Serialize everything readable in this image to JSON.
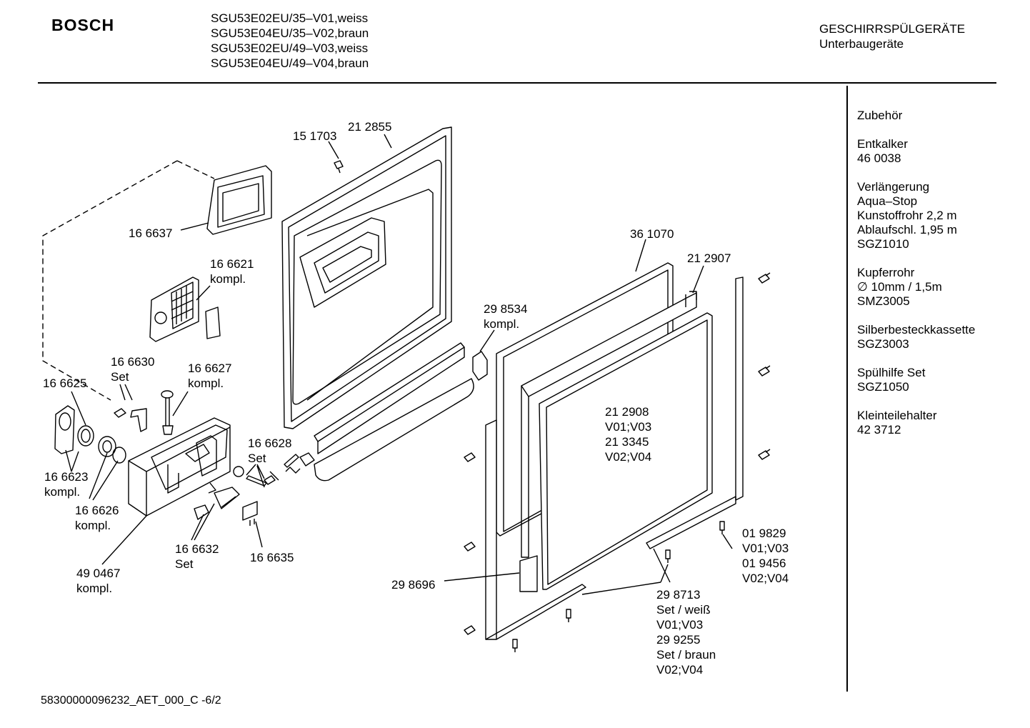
{
  "header": {
    "brand": "BOSCH",
    "models": "SGU53E02EU/35–V01,weiss\nSGU53E04EU/35–V02,braun\nSGU53E02EU/49–V03,weiss\nSGU53E04EU/49–V04,braun",
    "category_line1": "GESCHIRRSPÜLGERÄTE",
    "category_line2": "Unterbaugeräte"
  },
  "sidebar": {
    "title": "Zubehör",
    "items": [
      "Entkalker\n46 0038",
      "Verlängerung\nAqua–Stop\nKunstoffrohr 2,2 m\nAblaufschl. 1,95 m\nSGZ1010",
      "Kupferrohr\n∅ 10mm / 1,5m\nSMZ3005",
      "Silberbesteckkassette\nSGZ3003",
      "Spülhilfe Set\nSGZ1050",
      "Kleinteilehalter\n42 3712"
    ]
  },
  "labels": {
    "p151703": "15 1703",
    "p212855": "21 2855",
    "p166637": "16 6637",
    "p166621": "16 6621\nkompl.",
    "p361070": "36 1070",
    "p212907": "21 2907",
    "p298534": "29 8534\nkompl.",
    "p166630": "16 6630\nSet",
    "p166627": "16 6627\nkompl.",
    "p166625": "16 6625",
    "p166628": "16 6628\nSet",
    "p212908": "21 2908\nV01;V03\n21 3345\nV02;V04",
    "p166623": "16 6623\nkompl.",
    "p166626": "16 6626\nkompl.",
    "p166632": "16 6632\nSet",
    "p166635": "16 6635",
    "p490467": "49 0467\nkompl.",
    "p298696": "29 8696",
    "p019829": "01 9829\nV01;V03\n01 9456\nV02;V04",
    "p298713": "29 8713\nSet / weiß\nV01;V03\n29 9255\nSet / braun\nV02;V04"
  },
  "footer": {
    "code": "58300000096232_AET_000_C -6/2"
  }
}
